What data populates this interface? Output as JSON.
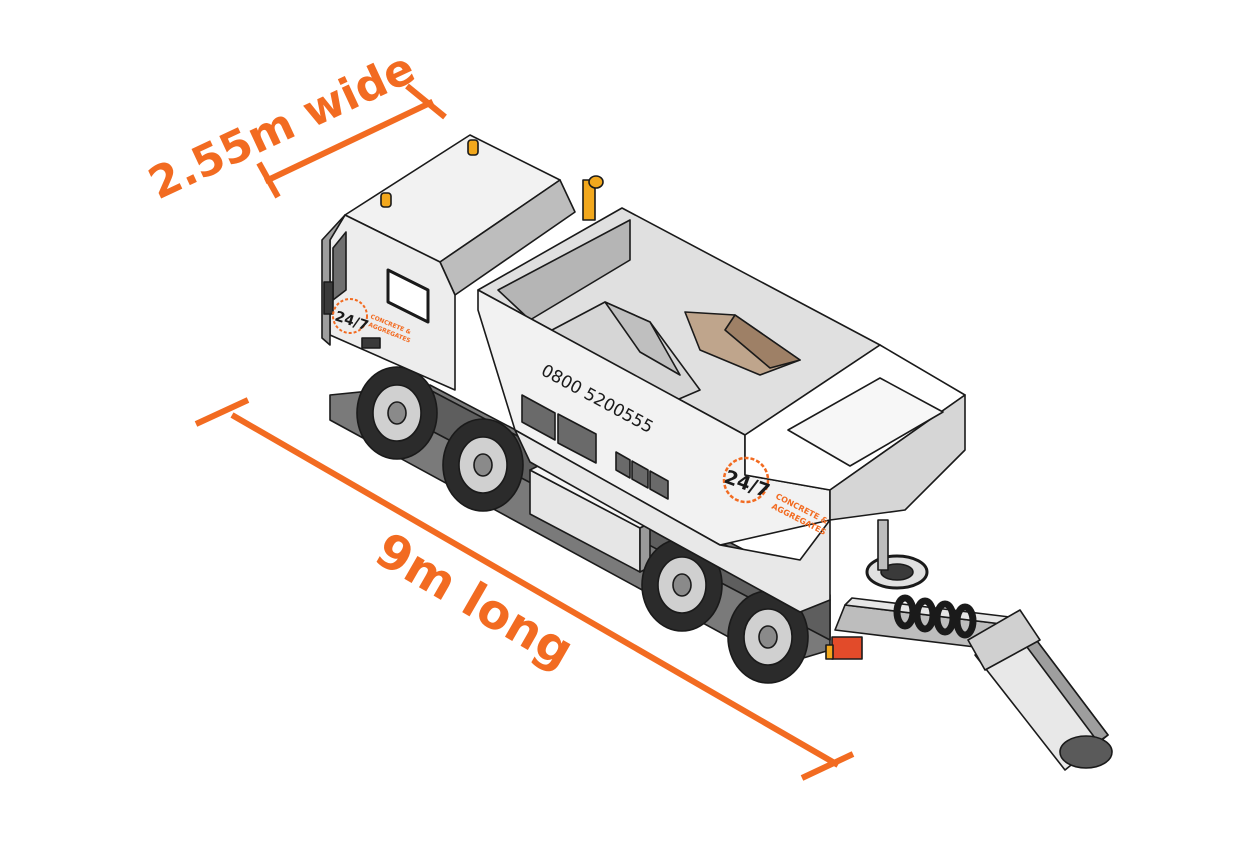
{
  "dimensions": {
    "width_label": "2.55m wide",
    "length_label": "9m long"
  },
  "truck": {
    "phone": "0800 5200555",
    "logo": {
      "mark": "24/7",
      "line1": "CONCRETE &",
      "line2": "AGGREGATES"
    }
  },
  "colors": {
    "accent": "#F26B21",
    "body_grey": "#D9D9D9",
    "dark_grey": "#7A7A7A",
    "outline": "#1A1A1A",
    "amber_light": "#F2A81D",
    "aggregate": "#BFA58C"
  }
}
